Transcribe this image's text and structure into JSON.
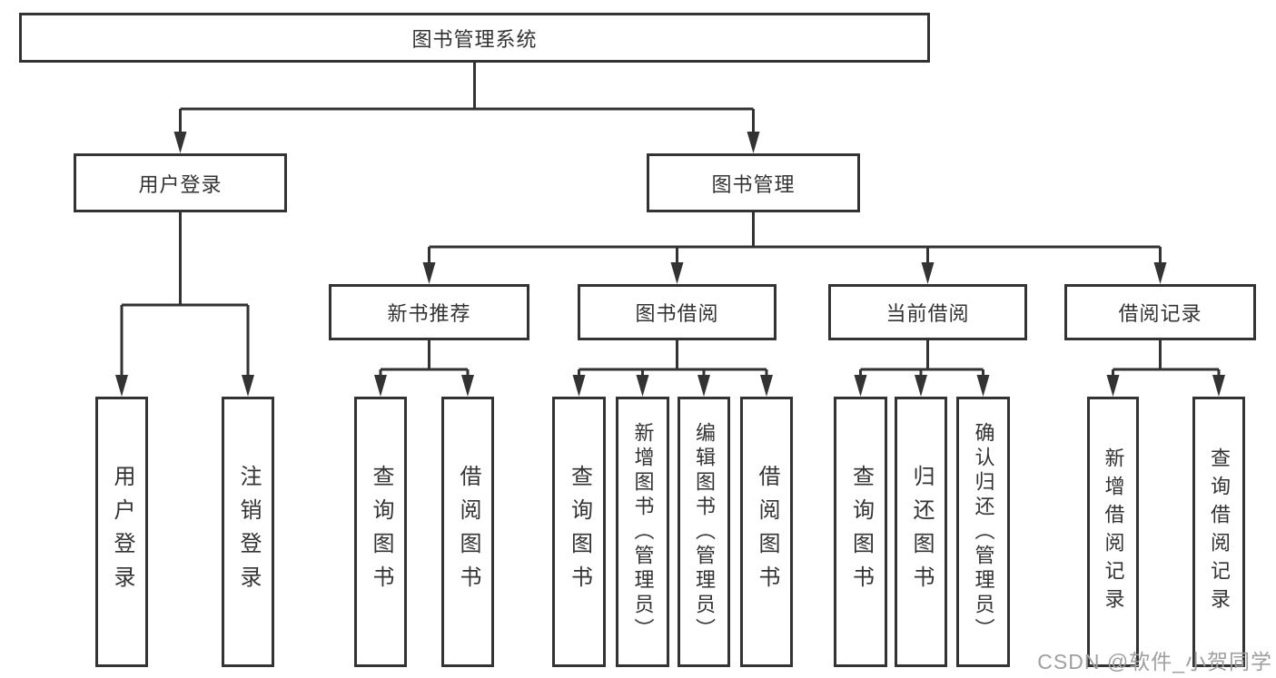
{
  "tree": {
    "label": "图书管理系统",
    "children": [
      {
        "label": "用户登录",
        "children": [
          {
            "label": "用户登录"
          },
          {
            "label": "注销登录"
          }
        ]
      },
      {
        "label": "图书管理",
        "children": [
          {
            "label": "新书推荐",
            "children": [
              {
                "label": "查询图书"
              },
              {
                "label": "借阅图书"
              }
            ]
          },
          {
            "label": "图书借阅",
            "children": [
              {
                "label": "查询图书"
              },
              {
                "label": "新增图书（管理员）"
              },
              {
                "label": "编辑图书（管理员）"
              },
              {
                "label": "借阅图书"
              }
            ]
          },
          {
            "label": "当前借阅",
            "children": [
              {
                "label": "查询图书"
              },
              {
                "label": "归还图书"
              },
              {
                "label": "确认归还（管理员）"
              }
            ]
          },
          {
            "label": "借阅记录",
            "children": [
              {
                "label": "新增借阅记录"
              },
              {
                "label": "查询借阅记录"
              }
            ]
          }
        ]
      }
    ]
  },
  "watermark": {
    "text": "CSDN @软件_小贺同学"
  },
  "colors": {
    "line": "#333333",
    "box_border": "#333333",
    "box_background": "#ffffff",
    "text": "#333333",
    "watermark": "#9f9f9f",
    "page_background": "#ffffff"
  }
}
